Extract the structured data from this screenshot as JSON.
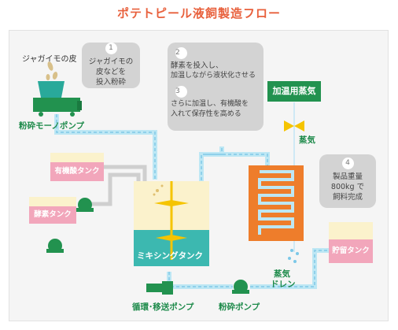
{
  "title": "ポテトピール液飼製造フロー",
  "labels": {
    "potato_peel": "ジャガイモの皮",
    "crusher_mono_pump": "粉砕モーノポンプ",
    "organic_acid_tank": "有機酸タンク",
    "enzyme_tank": "酵素タンク",
    "mixing_tank": "ミキシングタンク",
    "circulation_pump": "循環･移送ポンプ",
    "crusher_pump": "粉砕ポンプ",
    "steam_heating": "加温用蒸気",
    "steam": "蒸気",
    "steam_drain_1": "蒸気",
    "steam_drain_2": "ドレン",
    "storage_tank": "貯留タンク"
  },
  "bubbles": [
    {
      "num": "1",
      "lines": [
        "ジャガイモの",
        "皮などを",
        "投入粉砕"
      ]
    },
    {
      "num": "2",
      "lines": [
        "酵素を投入し、",
        "加温しながら液状化させる"
      ]
    },
    {
      "num": "3",
      "lines": [
        "さらに加温し、有機酸を",
        "入れて保存性を高める"
      ]
    },
    {
      "num": "4",
      "lines": [
        "製品重量",
        "800kg で",
        "飼料完成"
      ]
    }
  ],
  "colors": {
    "title": "#e8603c",
    "green": "#22924f",
    "teal": "#3cb8b0",
    "pink": "#f2a6bb",
    "cream": "#fbf2cc",
    "orange": "#ee7d2b",
    "yellow": "#f5c400",
    "pipe_blue": "#9fd9ee"
  }
}
